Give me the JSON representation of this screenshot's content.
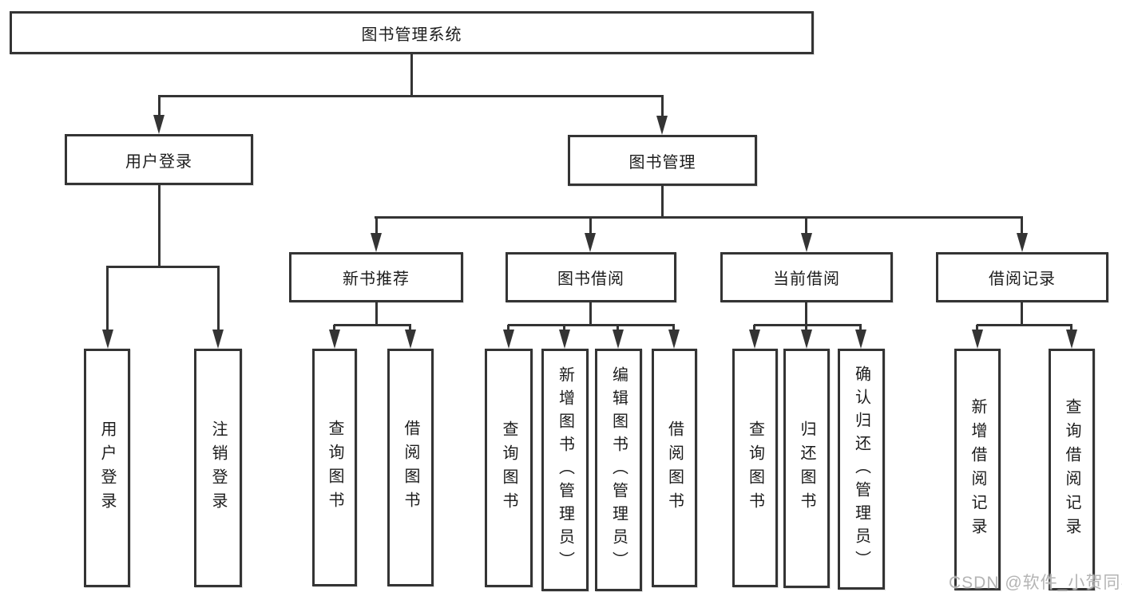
{
  "diagram": {
    "root": "图书管理系统",
    "branches": {
      "user_login": {
        "label": "用户登录",
        "children": [
          "用户登录",
          "注销登录"
        ]
      },
      "book_management": {
        "label": "图书管理",
        "sections": {
          "new_book_recommend": {
            "label": "新书推荐",
            "children": [
              "查询图书",
              "借阅图书"
            ]
          },
          "book_borrow": {
            "label": "图书借阅",
            "children": [
              "查询图书",
              "新增图书（管理员）",
              "编辑图书（管理员）",
              "借阅图书"
            ]
          },
          "current_borrow": {
            "label": "当前借阅",
            "children": [
              "查询图书",
              "归还图书",
              "确认归还（管理员）"
            ]
          },
          "borrow_records": {
            "label": "借阅记录",
            "children": [
              "新增借阅记录",
              "查询借阅记录"
            ]
          }
        }
      }
    }
  },
  "watermark": "CSDN @软件_小贺同学",
  "colors": {
    "line": "#343434",
    "text": "#1c1c1c",
    "watermark": "#b4b4b4",
    "background": "#ffffff"
  }
}
